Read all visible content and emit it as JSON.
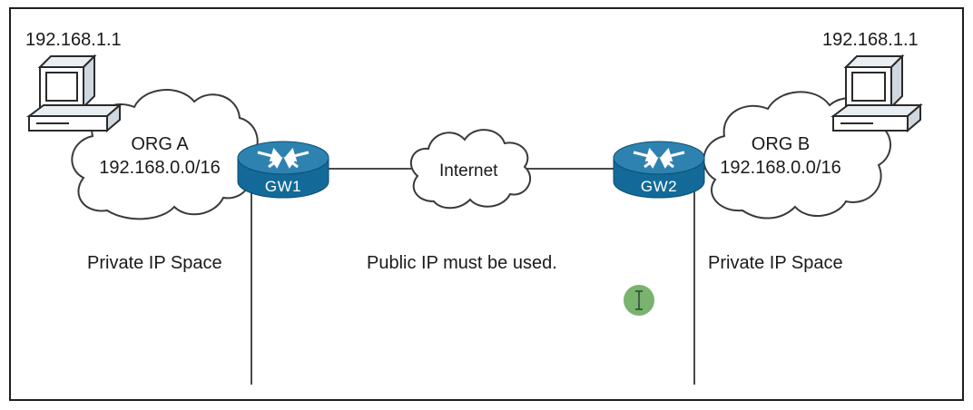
{
  "org_a": {
    "host_ip": "192.168.1.1",
    "name": "ORG A",
    "network": "192.168.0.0/16",
    "space_label": "Private IP Space",
    "gateway": "GW1"
  },
  "org_b": {
    "host_ip": "192.168.1.1",
    "name": "ORG B",
    "network": "192.168.0.0/16",
    "space_label": "Private IP Space",
    "gateway": "GW2"
  },
  "internet": {
    "label": "Internet",
    "note": "Public IP must be used."
  },
  "colors": {
    "router_top": "#2e82b0",
    "router_body": "#136a98",
    "line": "#4a4a4a",
    "cursor_dot": "#6aab5e"
  },
  "icons": [
    "computer-icon",
    "router-icon",
    "cloud-icon",
    "cursor-icon"
  ]
}
